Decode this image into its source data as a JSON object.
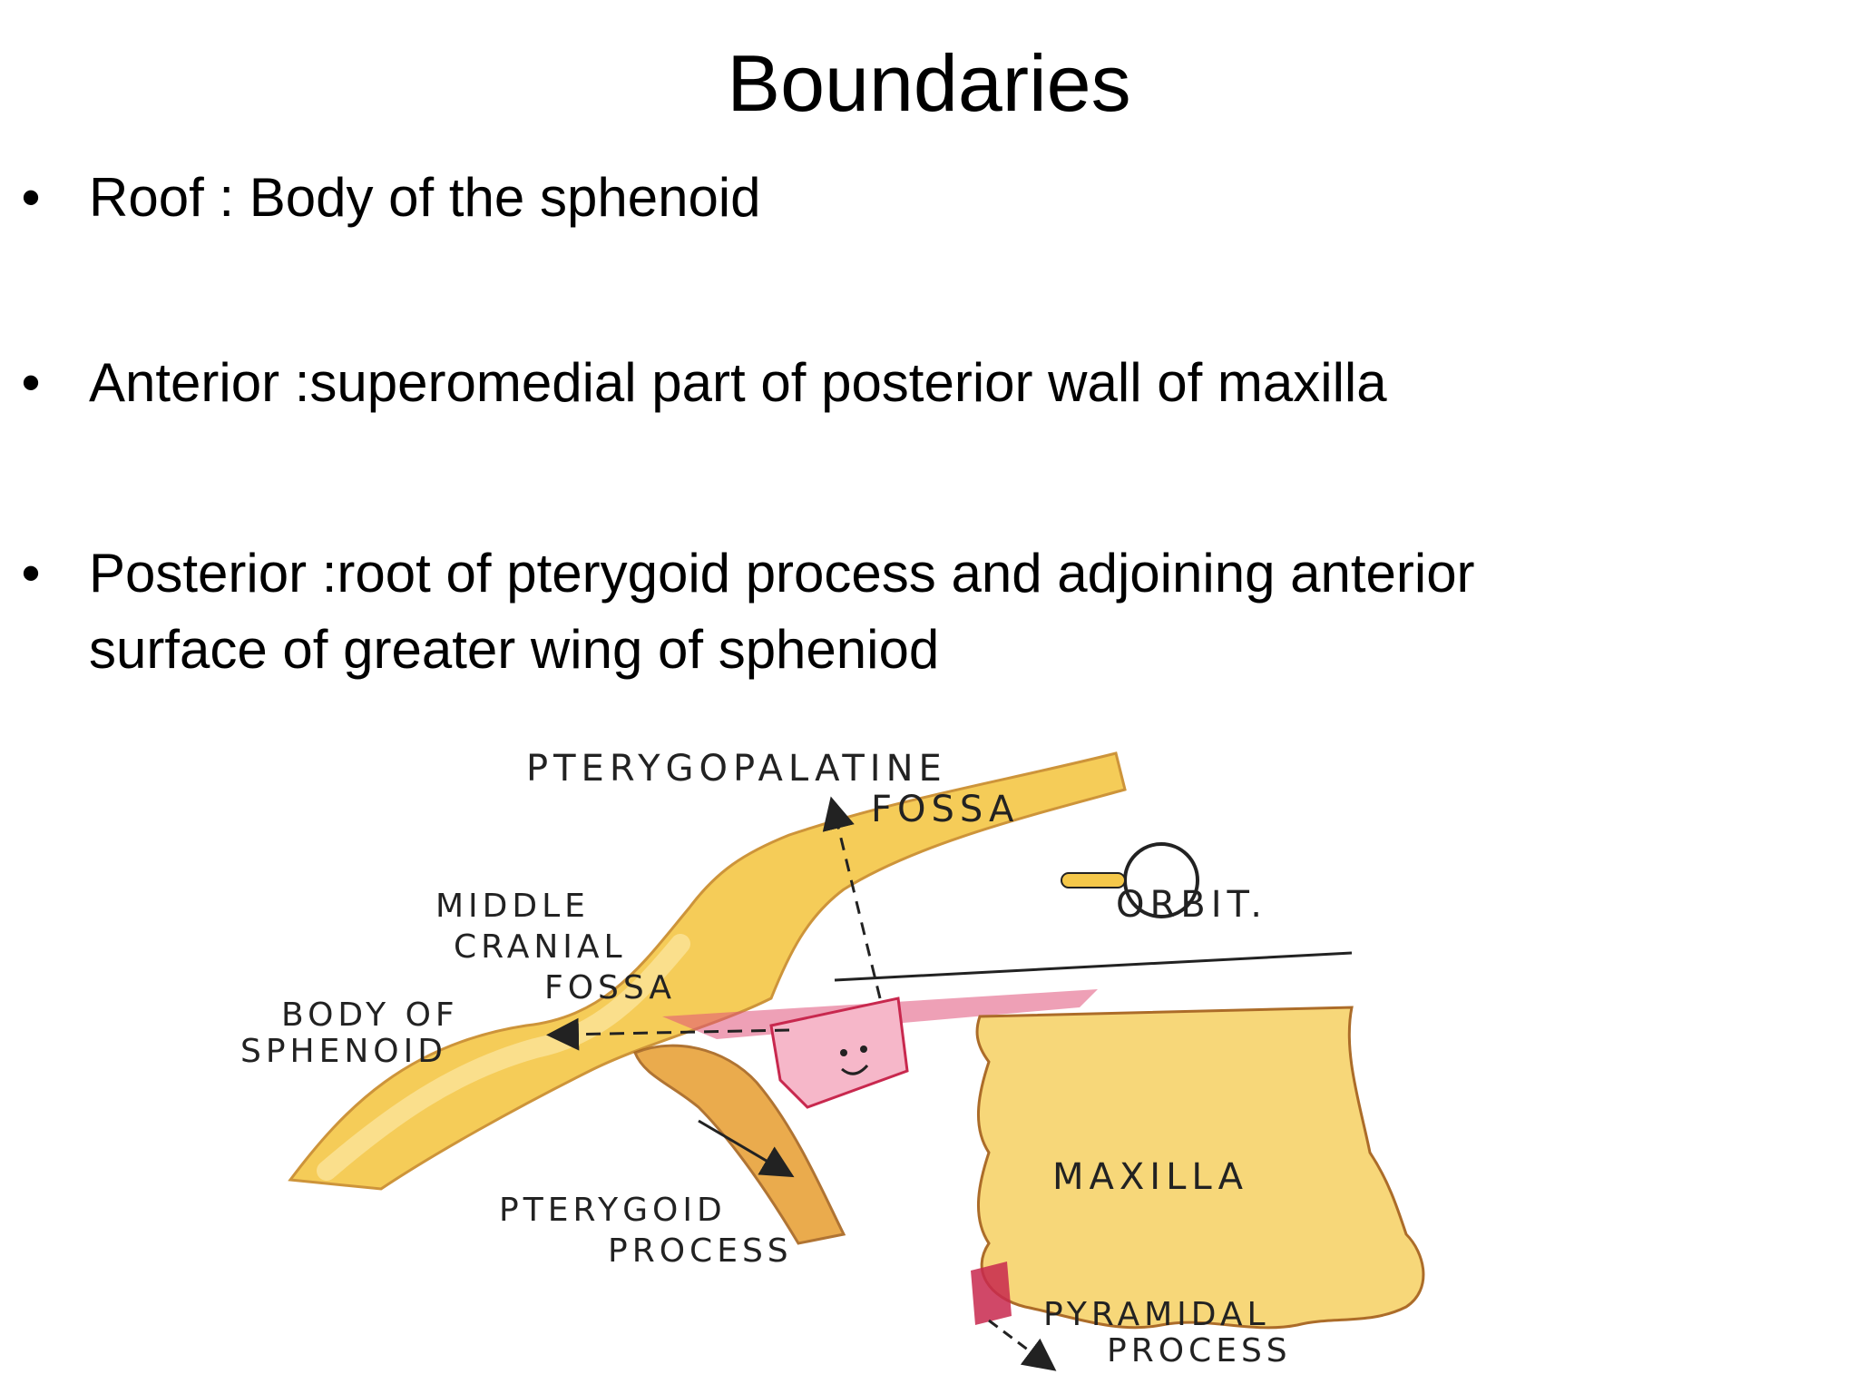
{
  "slide": {
    "title": "Boundaries",
    "bullets": [
      {
        "marker": "•",
        "text": "Roof : Body of the sphenoid"
      },
      {
        "marker": "•",
        "text": "Anterior :superomedial part of posterior wall of maxilla"
      },
      {
        "marker": "•",
        "text": "Posterior :root of pterygoid process and adjoining anterior",
        "text_line2": "surface  of greater wing of spheniod"
      }
    ]
  },
  "diagram": {
    "labels": {
      "fossa_line1": "PTERYGOPALATINE",
      "fossa_line2": "FOSSA",
      "orbit": "ORBIT.",
      "middle_cranial_line1": "MIDDLE",
      "middle_cranial_line2": "CRANIAL",
      "middle_cranial_line3": "FOSSA",
      "body_sphenoid_line1": "BODY OF",
      "body_sphenoid_line2": "SPHENOID",
      "maxilla": "MAXILLA",
      "pterygoid_line1": "PTERYGOID",
      "pterygoid_line2": "PROCESS",
      "pyramidal_line1": "PYRAMIDAL",
      "pyramidal_line2": "PROCESS"
    },
    "colors": {
      "bone_yellow": "#f5c84a",
      "bone_light": "#fbe49a",
      "bone_orange": "#e8a23a",
      "fossa_pink": "#e0527a",
      "pyramidal_crimson": "#c8284e",
      "ink": "#222222"
    }
  }
}
